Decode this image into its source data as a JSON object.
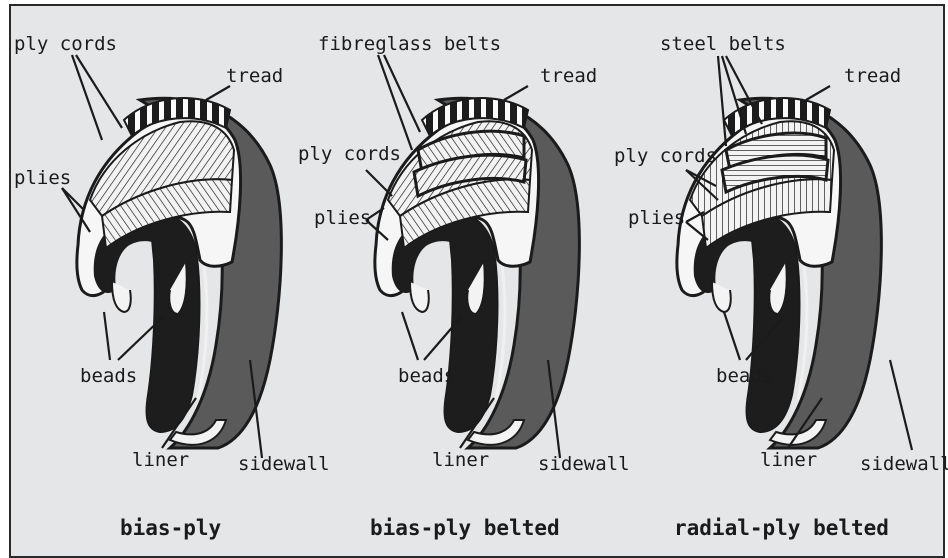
{
  "header_fragment": "",
  "panels": [
    {
      "caption": "bias-ply",
      "labels": {
        "top": "ply cords",
        "tread": "tread",
        "plies": "plies",
        "beads": "beads",
        "liner": "liner",
        "sidewall": "sidewall"
      }
    },
    {
      "caption": "bias-ply belted",
      "labels": {
        "top": "fibreglass belts",
        "tread": "tread",
        "cords": "ply cords",
        "plies": "plies",
        "beads": "beads",
        "liner": "liner",
        "sidewall": "sidewall"
      }
    },
    {
      "caption": "radial-ply belted",
      "labels": {
        "top": "steel belts",
        "tread": "tread",
        "cords": "ply cords",
        "plies": "plies",
        "beads": "beads",
        "liner": "liner",
        "sidewall": "sidewall"
      }
    }
  ],
  "colors": {
    "panel_bg": "#e5e6e8",
    "sidewall": "#5a5a5a",
    "inner": "#1d1d1d",
    "ink": "#1b1b1b"
  }
}
